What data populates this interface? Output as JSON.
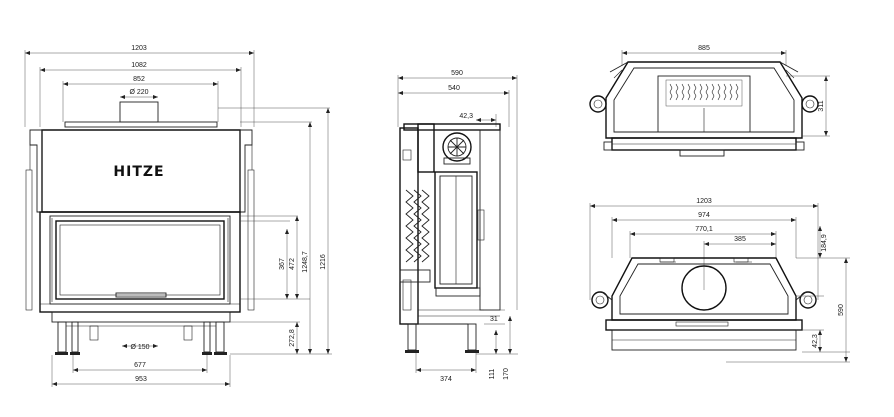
{
  "brand_logo": "HITZE",
  "front_view": {
    "widths": {
      "overall": "1203",
      "housing": "1082",
      "top_frame": "852",
      "flue_diameter": "Ø 220",
      "legs_base": "953",
      "legs_inner": "677",
      "air_inlet_diameter": "Ø 150"
    },
    "heights": {
      "total": "1216",
      "body": "1248,7",
      "glass_outer": "472",
      "glass_inner": "367",
      "legs": "272,8"
    }
  },
  "side_view": {
    "widths": {
      "overall": "590",
      "body": "540",
      "base": "374"
    },
    "heights": {
      "flue_offset": "42,3",
      "plinth": "31",
      "leg_a": "111",
      "leg_b": "170"
    }
  },
  "top_view": {
    "width": "885",
    "height": "311"
  },
  "plan_view": {
    "widths": {
      "overall": "1203",
      "frame": "974",
      "inner": "770,1",
      "half": "385"
    },
    "depths": {
      "overall": "590",
      "rear": "184,9",
      "front": "42,3"
    }
  }
}
